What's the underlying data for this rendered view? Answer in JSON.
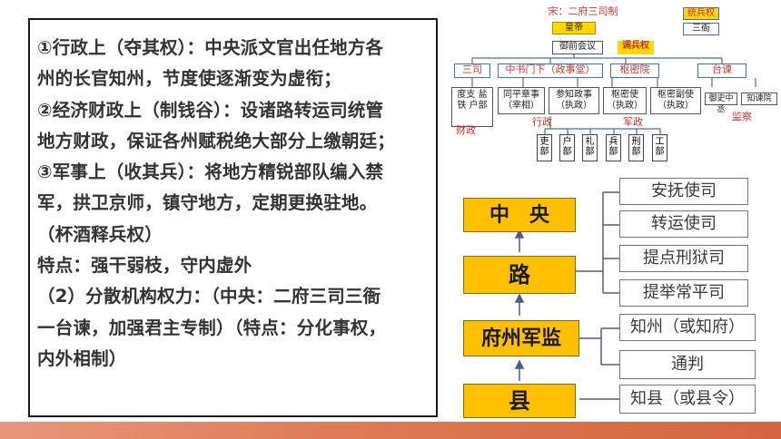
{
  "text_panel": {
    "lines": [
      "①行政上（夺其权）：中央派文官出任地方各",
      "州的长官知州，节度使逐渐变为虚衔；",
      "②经济财政上（制钱谷）：设诸路转运司统管",
      "地方财政，保证各州赋税绝大部分上缴朝廷；",
      "③军事上（收其兵）：将地方精锐部队编入禁",
      "军，拱卫京师，镇守地方，定期更换驻地。",
      "（杯酒释兵权）",
      "特点：强干弱枝，守内虚外",
      "（2）分散机构权力：（中央：二府三司三衙",
      "一台谏，加强君主专制）（特点：分化事权，",
      "内外相制）"
    ]
  },
  "top_diagram": {
    "title": "宋：二府三司制",
    "emperor": "皇帝",
    "council": "御前会议",
    "troop_mobilization": "调兵权",
    "troop_command": "统兵权",
    "three_guards": "三衙",
    "sansi": "三司",
    "zhongshu": "中书门下（政事堂）",
    "shumi": "枢密院",
    "taijian": "台谏",
    "sansi_sub": "度支 盐铁 户部",
    "zaixiang": "同平章事（宰相）",
    "canzhi": "参知政事（执政）",
    "shumishi": "枢密使（执政）",
    "shumifushi": "枢密副使（执政）",
    "yushi": "御史中丞",
    "zhijian": "知谏院",
    "label_finance": "财政",
    "label_admin": "行政",
    "label_military": "军政",
    "label_supervision": "监察",
    "six_ministries": [
      "吏部",
      "户部",
      "礼部",
      "兵部",
      "刑部",
      "工部"
    ]
  },
  "bottom_diagram": {
    "central": "中　央",
    "circuit": "路",
    "prefecture": "府州军监",
    "county": "县",
    "circuit_offices": [
      "安抚使司",
      "转运使司",
      "提点刑狱司",
      "提举常平司"
    ],
    "prefecture_officials": [
      "知州（或知府）",
      "通判"
    ],
    "county_official": "知县（或县令）"
  },
  "colors": {
    "gold": "#ffc000",
    "red_label": "#c0392b",
    "blue_line": "#4a6fa5",
    "bar": "#de7a55"
  }
}
